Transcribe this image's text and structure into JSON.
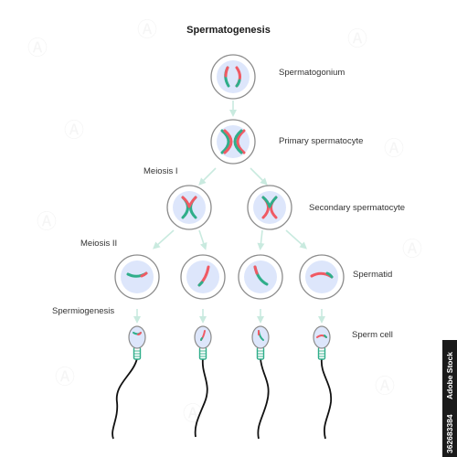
{
  "title": "Spermatogenesis",
  "stages": {
    "spermatogonium": "Spermatogonium",
    "primary": "Primary spermatocyte",
    "secondary": "Secondary spermatocyte",
    "spermatid": "Spermatid",
    "sperm": "Sperm cell"
  },
  "phases": {
    "meiosis1": "Meiosis I",
    "meiosis2": "Meiosis II",
    "spermiogenesis": "Spermiogenesis"
  },
  "stock": {
    "id": "362683384",
    "brand": "Adobe Stock"
  },
  "colors": {
    "maternal": "#f05a64",
    "paternal": "#2fae8a",
    "nucleus": "#dde6fb",
    "membrane": "#8c8c8c",
    "arrow": "#c9eadf"
  }
}
